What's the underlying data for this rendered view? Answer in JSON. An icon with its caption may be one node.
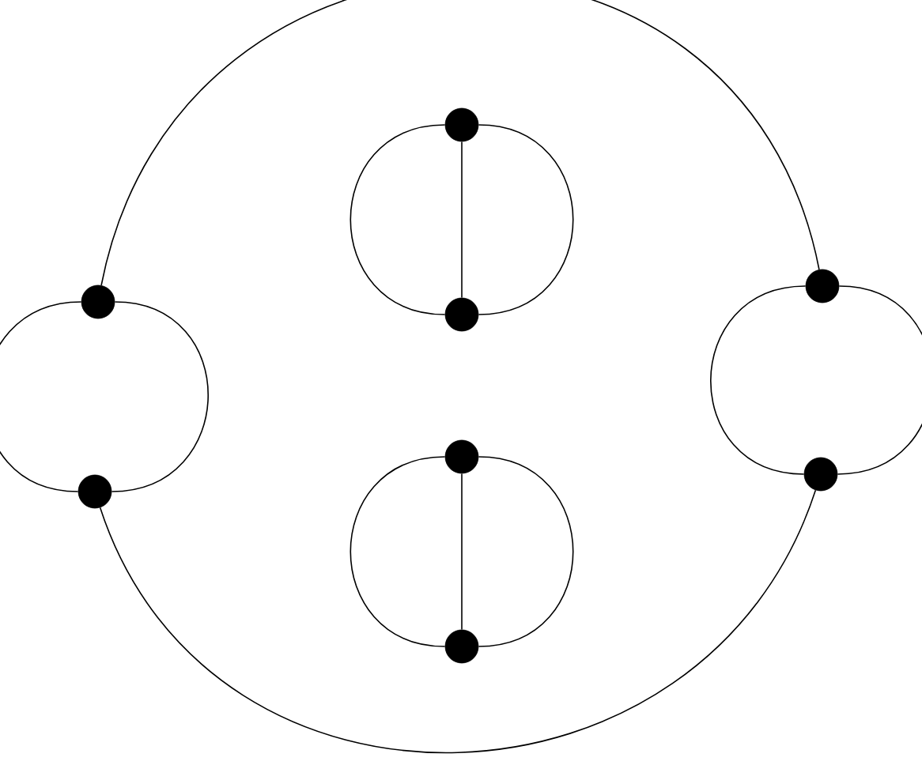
{
  "diagram": {
    "nodes": [
      {
        "text": [],
        "shape": "circle"
      },
      {
        "text": [],
        "shape": "circle"
      },
      {
        "text": [],
        "shape": "circle"
      },
      {
        "text": [],
        "shape": "circle"
      },
      {
        "text": [],
        "shape": "circle"
      },
      {
        "text": [],
        "shape": "circle"
      },
      {
        "text": [],
        "shape": "circle"
      },
      {
        "text": [],
        "shape": "circle"
      }
    ],
    "edges": [
      {
        "from": 0,
        "to": 1,
        "arrow": "none"
      },
      {
        "from": 0,
        "to": 1,
        "arrow": "none"
      },
      {
        "from": 0,
        "to": 6,
        "arrow": "none"
      },
      {
        "from": 1,
        "to": 7,
        "arrow": "none"
      },
      {
        "from": 2,
        "to": 3,
        "arrow": "none"
      },
      {
        "from": 2,
        "to": 3,
        "arrow": "none"
      },
      {
        "from": 2,
        "to": 3,
        "arrow": "none"
      },
      {
        "from": 4,
        "to": 5,
        "arrow": "none"
      },
      {
        "from": 4,
        "to": 5,
        "arrow": "none"
      },
      {
        "from": 4,
        "to": 5,
        "arrow": "none"
      },
      {
        "from": 6,
        "to": 7,
        "arrow": "none"
      },
      {
        "from": 6,
        "to": 7,
        "arrow": "none"
      }
    ]
  }
}
